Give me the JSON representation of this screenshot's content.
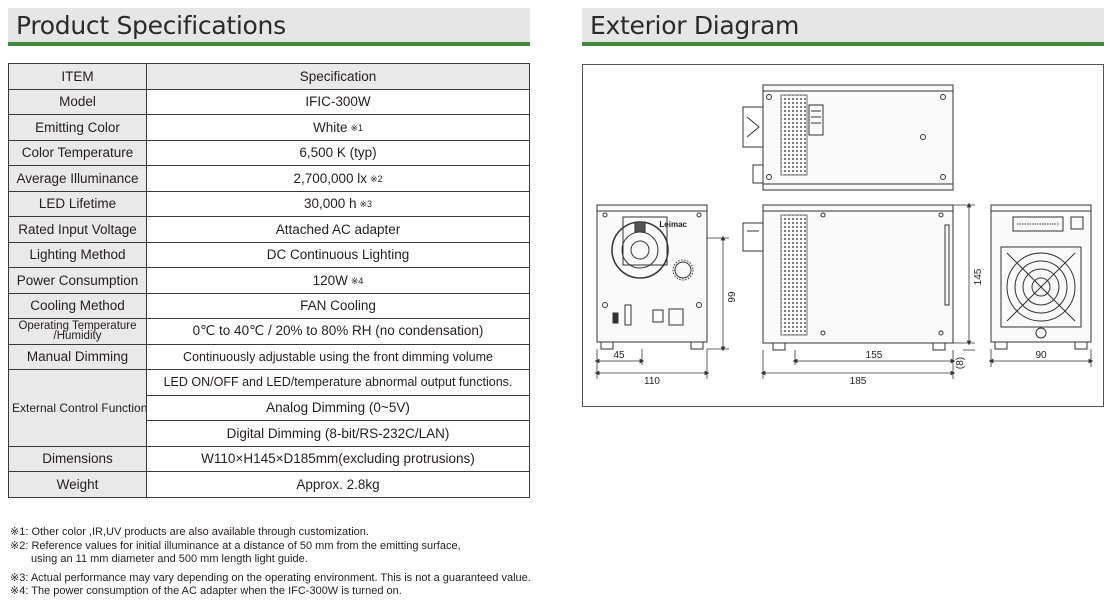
{
  "sections": {
    "specs_title": "Product Specifications",
    "diagram_title": "Exterior Diagram"
  },
  "table": {
    "header": [
      "ITEM",
      "Specification"
    ],
    "model": [
      "Model",
      "IFIC-300W"
    ],
    "emitting_color": [
      "Emitting Color",
      "White",
      "※1"
    ],
    "color_temperature": [
      "Color Temperature",
      "6,500 K (typ)"
    ],
    "average_illuminance": [
      "Average Illuminance",
      "2,700,000 lx",
      "※2"
    ],
    "led_lifetime": [
      "LED Lifetime",
      "30,000 h",
      "※3"
    ],
    "rated_input_voltage": [
      "Rated Input Voltage",
      "Attached AC adapter"
    ],
    "lighting_method": [
      "Lighting Method",
      "DC Continuous Lighting"
    ],
    "power_consumption": [
      "Power Consumption",
      "120W",
      "※4"
    ],
    "cooling_method": [
      "Cooling Method",
      "FAN Cooling"
    ],
    "operating_temperature": [
      "Operating Temperature",
      "/Humidity",
      "0℃ to 40℃ / 20% to 80% RH (no condensation)"
    ],
    "manual_dimming": [
      "Manual Dimming",
      "Continuously adjustable using the front dimming volume"
    ],
    "external_control": {
      "label": "External Control Function",
      "values": [
        "LED ON/OFF and LED/temperature abnormal output functions.",
        "Analog Dimming (0~5V)",
        "Digital Dimming (8-bit/RS-232C/LAN)"
      ]
    },
    "dimensions": [
      "Dimensions",
      "W110×H145×D185mm(excluding protrusions)"
    ],
    "weight": [
      "Weight",
      "Approx. 2.8kg"
    ]
  },
  "footnotes": [
    "※1: Other color ,IR,UV products are also available through customization.",
    "※2: Reference values for initial illuminance at a distance of 50 mm from the emitting surface,",
    "using an 11 mm diameter and 500 mm length light guide.",
    "※3: Actual performance may vary depending on the operating environment. This is not a guaranteed value.",
    "※4: The power consumption of the AC adapter when the IFC-300W is turned on."
  ],
  "diagram": {
    "brand": "Leimac",
    "dims": {
      "front_width": "110",
      "front_offset": "45",
      "front_height": "99",
      "side_depth": "185",
      "side_inner": "155",
      "side_height": "145",
      "side_foot": "(8)",
      "rear_width": "90"
    }
  }
}
